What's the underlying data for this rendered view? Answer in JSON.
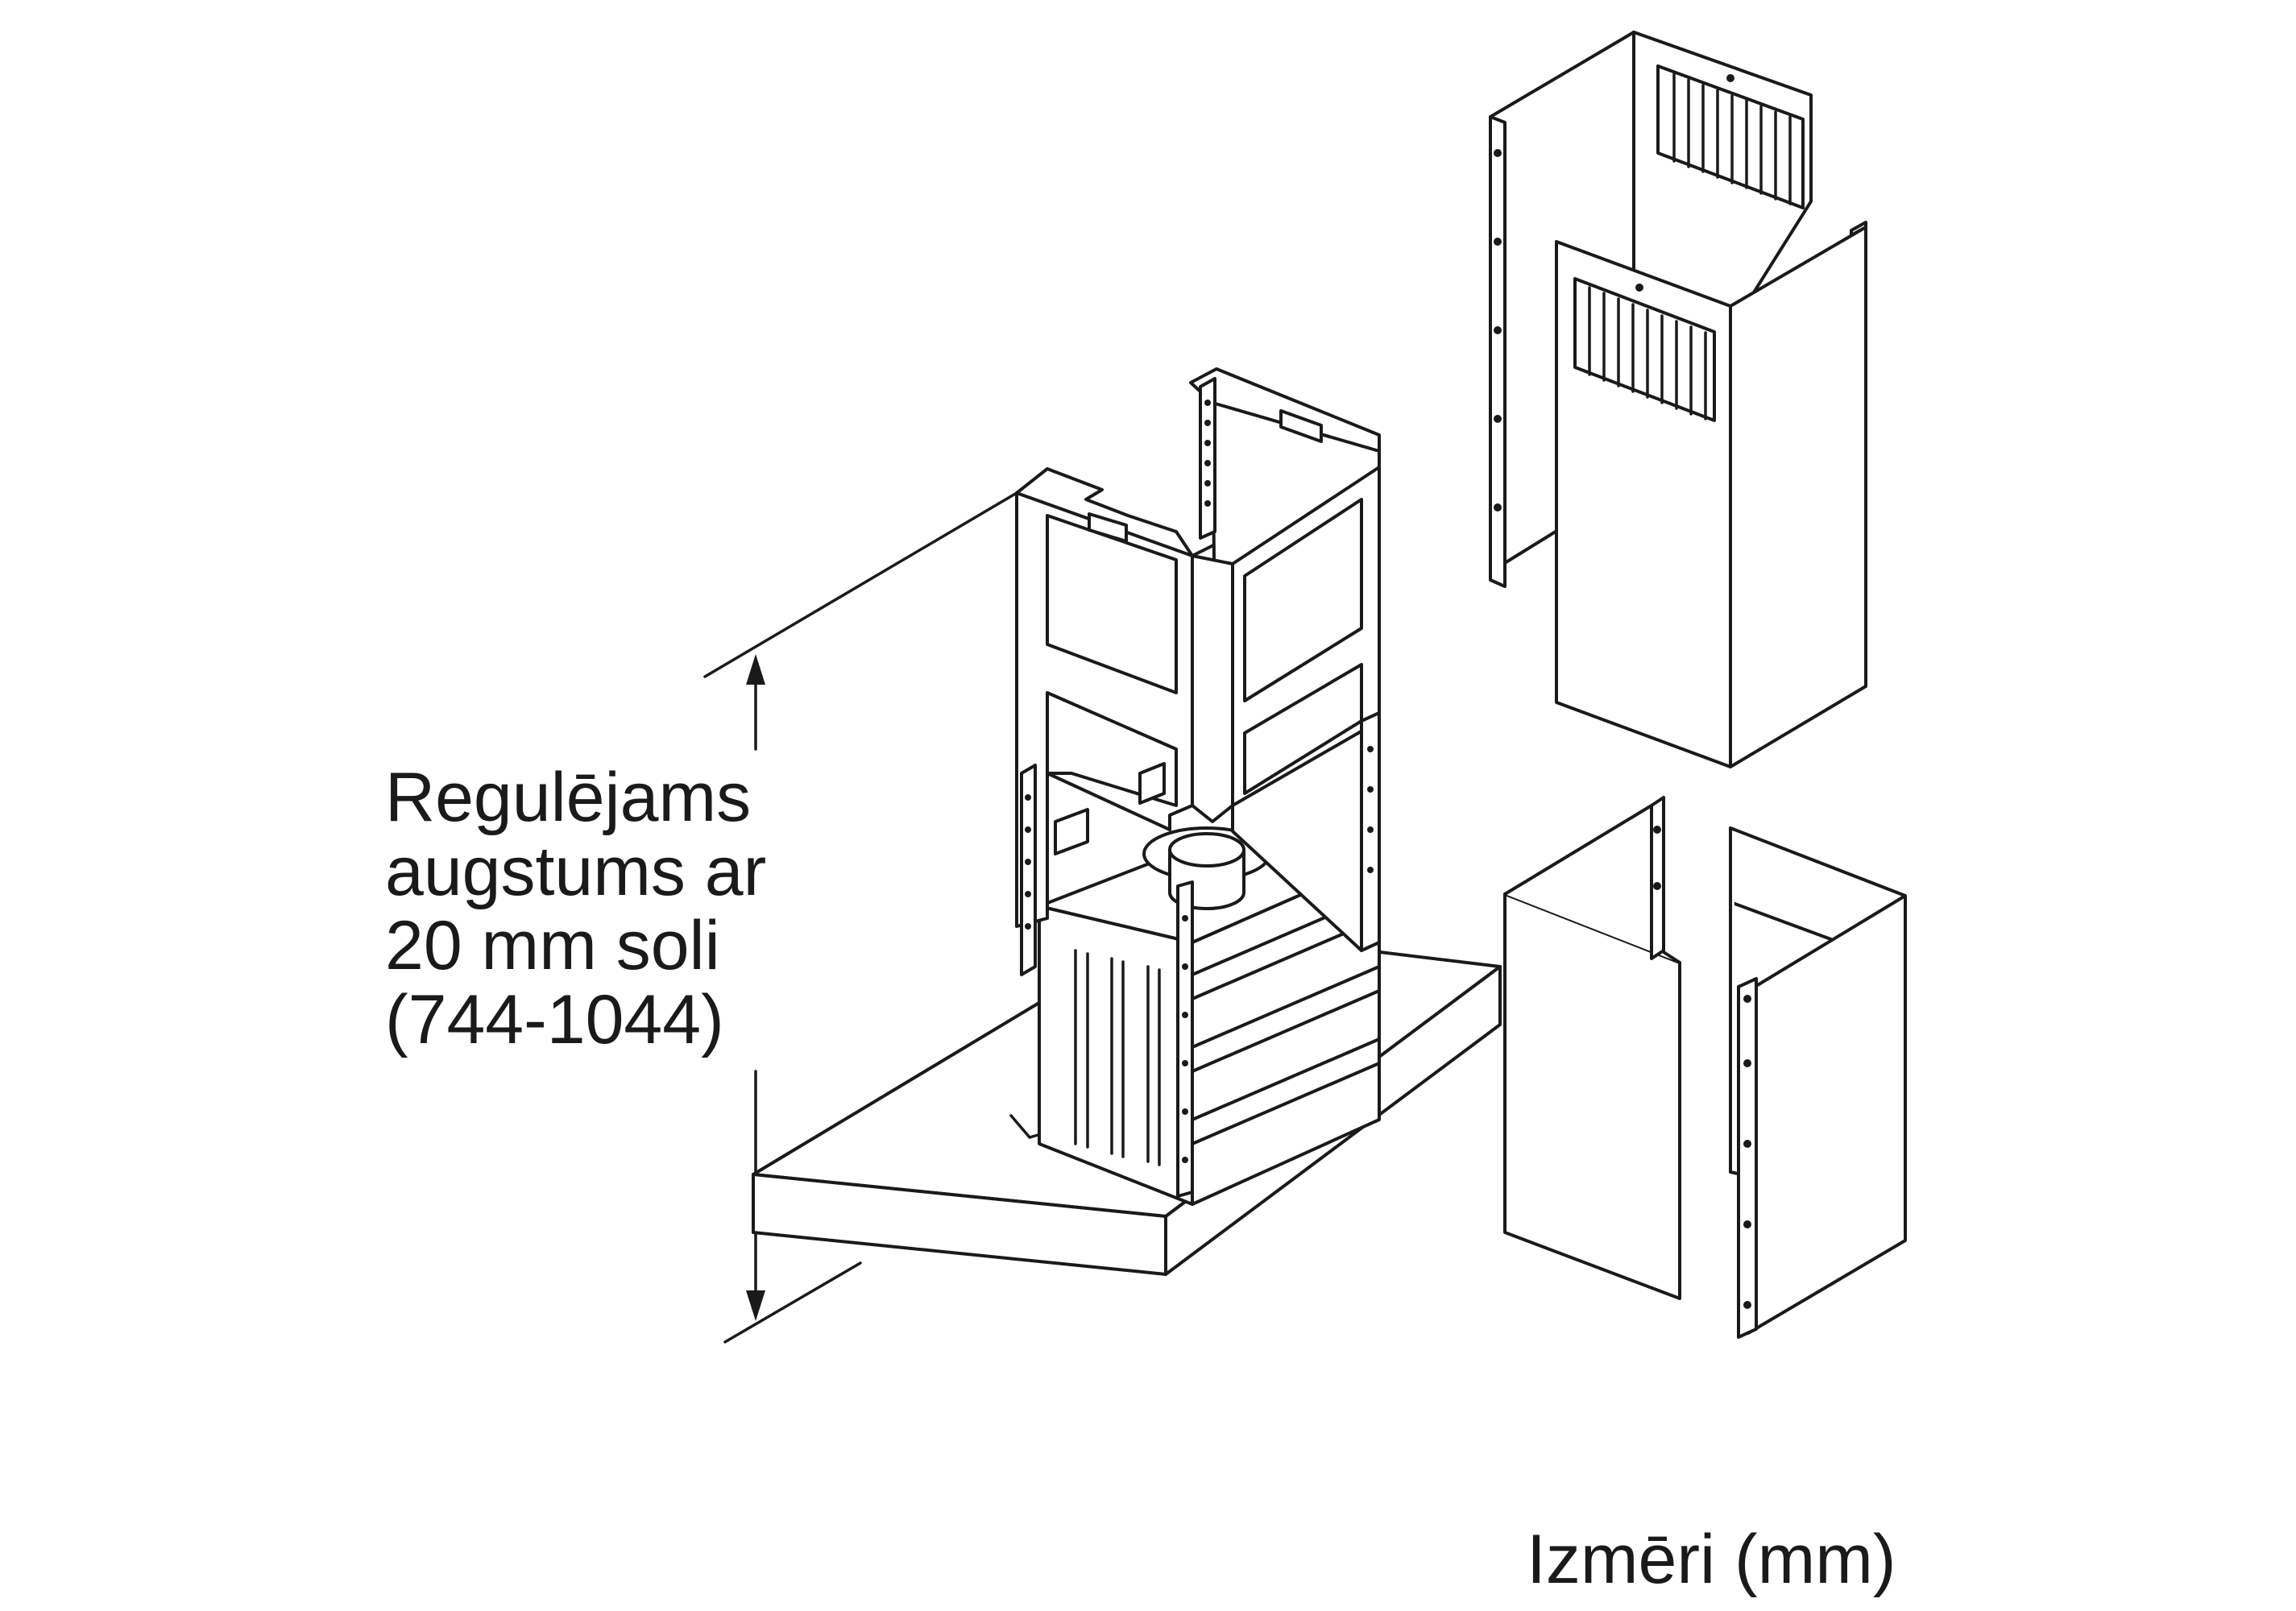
{
  "annotation": {
    "lines": [
      "Regulējams",
      "augstums ar",
      "20 mm soli",
      "(744-1044)"
    ]
  },
  "caption": "Izmēri (mm)",
  "colors": {
    "ink": "#1a1a1a",
    "fill": "#ffffff"
  }
}
